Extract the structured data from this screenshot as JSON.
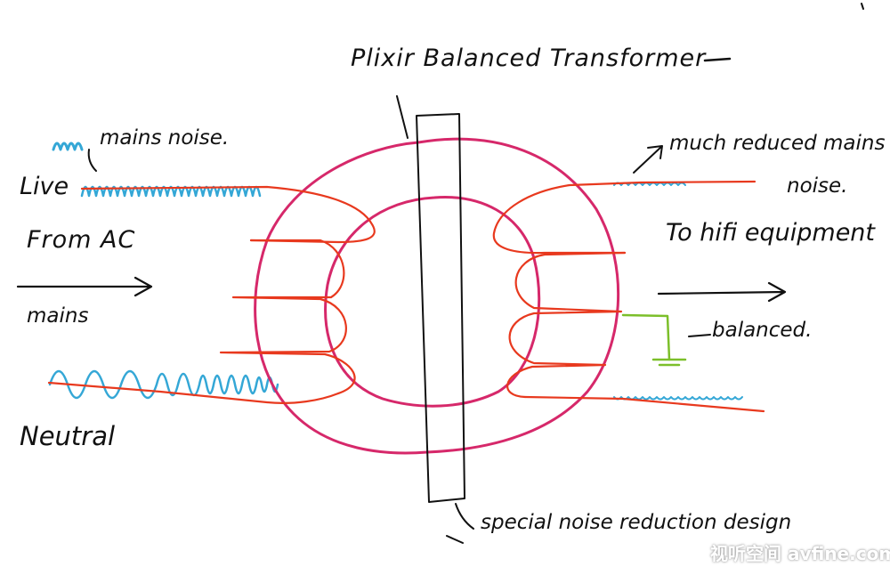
{
  "labels": {
    "title": "Plixir Balanced Transformer",
    "mains_noise": "mains noise.",
    "live": "Live",
    "from_ac": "From AC",
    "mains": "mains",
    "neutral": "Neutral",
    "much_reduced": "much reduced mains",
    "noise_right": "noise.",
    "hifi": "To hifi equipment",
    "balanced": "balanced.",
    "special": "special noise reduction design"
  },
  "watermark": {
    "text": "视听空间 avfine.com"
  },
  "colors": {
    "core": "#d6286a",
    "winding": "#e8391e",
    "noise": "#34a7d6",
    "ground": "#7cbf2a",
    "ink": "#111111"
  }
}
